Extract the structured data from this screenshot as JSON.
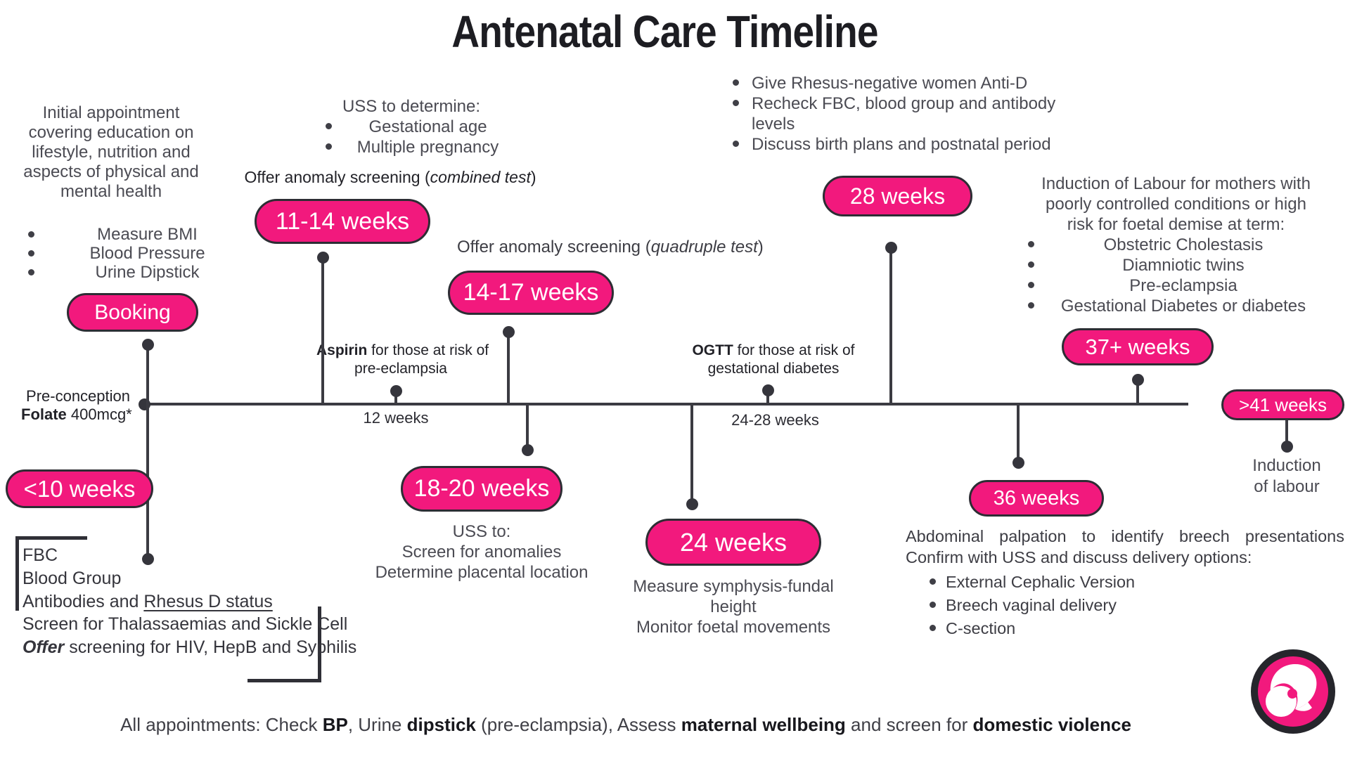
{
  "title": "Antenatal Care Timeline",
  "colors": {
    "pink": "#F2197D",
    "dark_line": "#3b3b42",
    "grey_text": "#4b4b53",
    "black_text": "#222228"
  },
  "intro": {
    "lines": [
      "Initial appointment",
      "covering education on",
      "lifestyle, nutrition and",
      "aspects of physical and",
      "mental health"
    ],
    "bullets": [
      "Measure BMI",
      "Blood Pressure",
      "Urine Dipstick"
    ]
  },
  "uss_early": {
    "heading": "USS to determine:",
    "bullets": [
      "Gestational age",
      "Multiple pregnancy"
    ]
  },
  "combined": {
    "pre": "Offer anomaly screening (",
    "italic": "combined test",
    "post": ")"
  },
  "quadruple": {
    "pre": "Offer anomaly screening (",
    "italic": "quadruple test",
    "post": ")"
  },
  "pills": {
    "booking": "Booking",
    "lt10": "<10 weeks",
    "w1114": "11-14 weeks",
    "w1417": "14-17 weeks",
    "w1820": "18-20 weeks",
    "w24": "24 weeks",
    "w28": "28 weeks",
    "w36": "36 weeks",
    "w37": "37+ weeks",
    "w41": ">41 weeks"
  },
  "preconception": {
    "line1": "Pre-conception",
    "bold": "Folate",
    "rest": " 400mcg*"
  },
  "aspirin": {
    "bold": "Aspirin",
    "rest": " for those at risk of",
    "line2": "pre-eclampsia"
  },
  "ogtt": {
    "bold": "OGTT",
    "rest": " for those at risk of",
    "line2": "gestational diabetes"
  },
  "axis_labels": {
    "w12": "12 weeks",
    "w2428": "24-28 weeks"
  },
  "w28_notes": {
    "bullets": [
      "Give Rhesus-negative women Anti-D",
      "Recheck FBC, blood group and antibody levels",
      "Discuss birth plans and postnatal period"
    ]
  },
  "induction_term": {
    "lines": [
      "Induction of Labour for mothers with",
      "poorly controlled conditions or high",
      "risk for foetal demise at term:"
    ],
    "bullets": [
      "Obstetric Cholestasis",
      "Diamniotic twins",
      "Pre-eclampsia",
      "Gestational Diabetes or diabetes"
    ]
  },
  "uss_anomaly": {
    "lines": [
      "USS to:",
      "Screen for anomalies",
      "Determine placental location"
    ]
  },
  "w24_notes": {
    "lines": [
      "Measure symphysis-fundal",
      "height",
      "Monitor foetal movements"
    ]
  },
  "w36_notes": {
    "line1": "Abdominal palpation to identify breech presentations",
    "line2": "Confirm with USS and discuss delivery options:",
    "bullets": [
      "External Cephalic Version",
      "Breech vaginal delivery",
      "C-section"
    ]
  },
  "w41_notes": {
    "lines": [
      "Induction",
      "of labour"
    ]
  },
  "booking_tests": {
    "l1": "FBC",
    "l2": "Blood Group",
    "l3_pre": "Antibodies and ",
    "l3_underline": "Rhesus D status",
    "l4": "Screen for Thalassaemias and Sickle Cell",
    "l5_bolditalic": "Offer",
    "l5_rest": " screening for HIV, HepB and Syphilis"
  },
  "footer": {
    "pre": "All appointments: Check ",
    "b1": "BP",
    "m1": ", Urine ",
    "b2": "dipstick",
    "m2": " (pre-eclampsia), Assess ",
    "b3": "maternal wellbeing",
    "m3": " and screen for ",
    "b4": "domestic violence"
  }
}
